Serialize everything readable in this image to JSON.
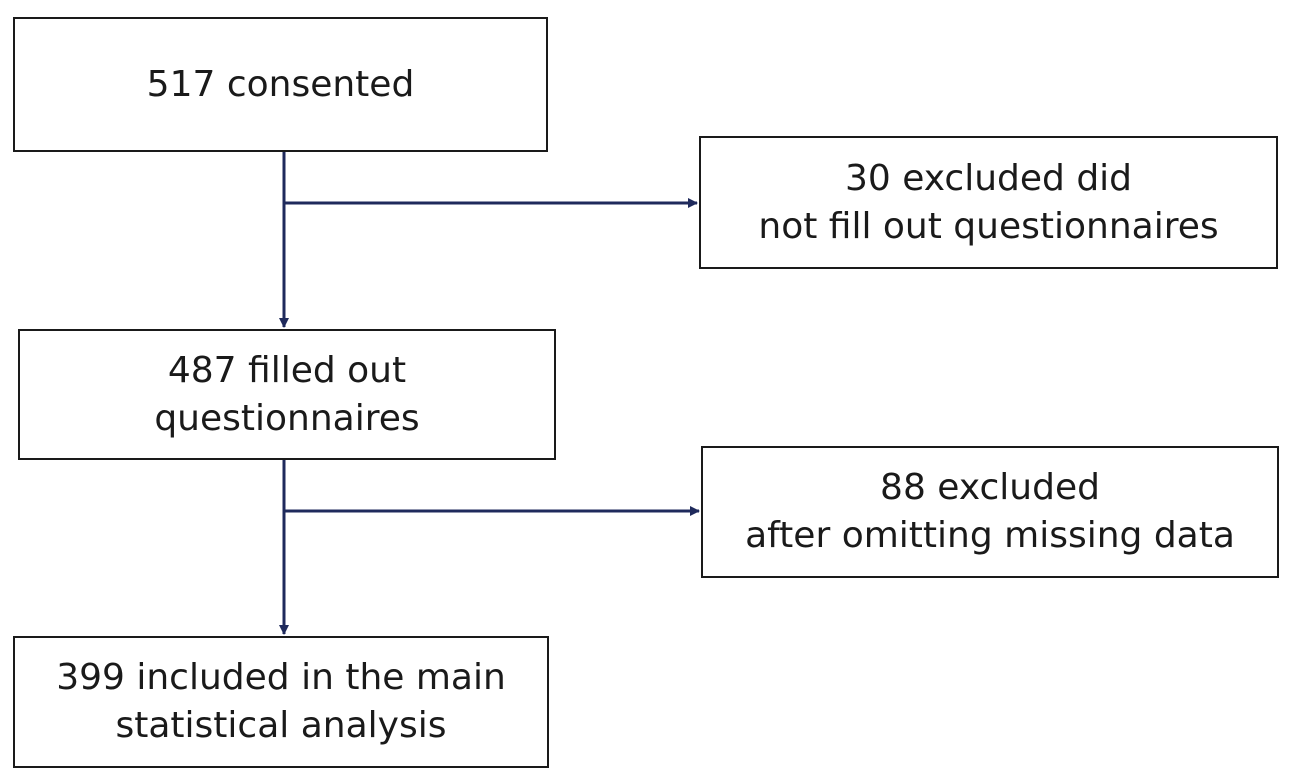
{
  "flowchart": {
    "consented": {
      "lines": [
        "517 consented"
      ]
    },
    "excluded_no_questionnaire": {
      "lines": [
        "30 excluded did",
        "not fill out questionnaires"
      ]
    },
    "filled_out": {
      "lines": [
        "487 filled out",
        "questionnaires"
      ]
    },
    "excluded_missing_data": {
      "lines": [
        "88 excluded",
        "after omitting missing data"
      ]
    },
    "included": {
      "lines": [
        "399 included in the main",
        "statistical analysis"
      ]
    }
  },
  "colors": {
    "connector": "#1f2a5c",
    "box_border": "#1a1a1a",
    "text": "#1a1a1a"
  }
}
